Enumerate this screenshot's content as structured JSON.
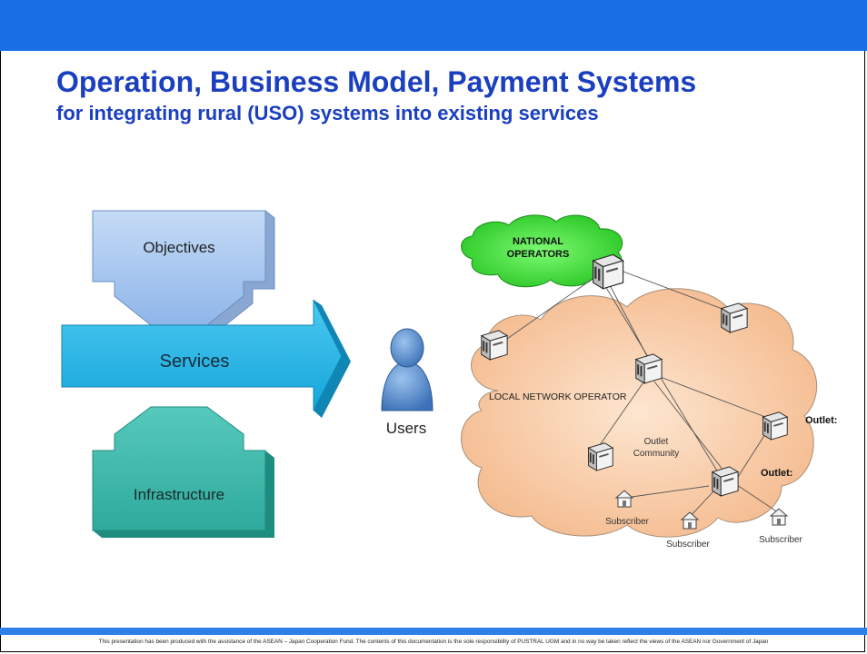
{
  "header": {
    "title": "Operation, Business Model, Payment Systems",
    "subtitle": "for integrating rural (USO) systems into existing services"
  },
  "left_diagram": {
    "objectives": "Objectives",
    "services": "Services",
    "infrastructure": "Infrastructure",
    "users": "Users"
  },
  "network": {
    "national_line1": "NATIONAL",
    "national_line2": "OPERATORS",
    "local_operator": "LOCAL NETWORK OPERATOR",
    "outlet_community_line1": "Outlet",
    "outlet_community_line2": "Community",
    "outlet_1": "Outlet:",
    "outlet_2": "Outlet:",
    "subscriber_1": "Subscriber",
    "subscriber_2": "Subscriber",
    "subscriber_3": "Subscriber"
  },
  "footer": "This presentation has been produced with the assistance of the ASEAN – Japan Cooperation Fund. The contents of this documentation is the sole responsibility of PUSTRAL UGM and in no way be taken reflect the views of the ASEAN nor Government of Japan",
  "colors": {
    "band": "#1a6ee3",
    "title": "#1a3fbf",
    "objectives": "#a9c8f0",
    "services": "#27b6e6",
    "infrastructure": "#3fbfb0",
    "national_cloud": "#4ee04a",
    "local_cloud": "#f8d2b0"
  }
}
